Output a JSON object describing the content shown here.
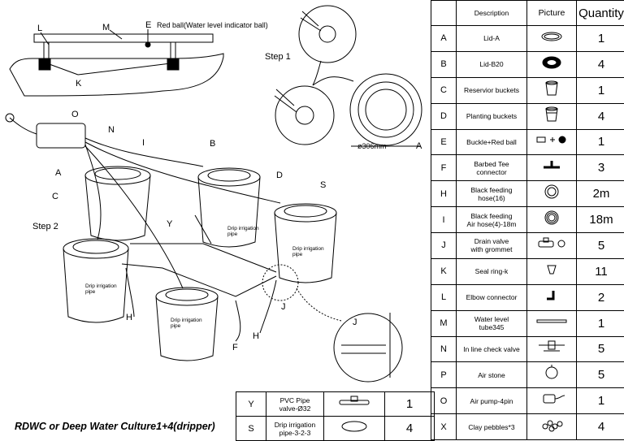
{
  "labels": {
    "E_text": "Red ball(Water level indicator ball)",
    "step1": "Step 1",
    "step2": "Step 2",
    "diameter": "ø306mm",
    "drip1": "Drip irrigation",
    "drip2": "pipe",
    "footer": "RDWC or Deep Water Culture1+4(dripper)"
  },
  "letters": [
    "A",
    "B",
    "C",
    "D",
    "E",
    "F",
    "H",
    "I",
    "J",
    "K",
    "L",
    "M",
    "N",
    "O",
    "S",
    "Y"
  ],
  "table": {
    "headers": {
      "description": "Description",
      "picture": "Picture",
      "quantity": "Quantity"
    },
    "rows": [
      {
        "letter": "A",
        "desc": [
          "Lid-A"
        ],
        "qty": "1",
        "icon": "lid-a-icon"
      },
      {
        "letter": "B",
        "desc": [
          "Lid-B20"
        ],
        "qty": "4",
        "icon": "lid-b20-icon"
      },
      {
        "letter": "C",
        "desc": [
          "Reservior buckets"
        ],
        "qty": "1",
        "icon": "reservoir-bucket-icon"
      },
      {
        "letter": "D",
        "desc": [
          "Planting buckets"
        ],
        "qty": "4",
        "icon": "planting-bucket-icon"
      },
      {
        "letter": "E",
        "desc": [
          "Buckle+Red ball"
        ],
        "qty": "1",
        "icon": "buckle-red-ball-icon"
      },
      {
        "letter": "F",
        "desc": [
          "Barbed Tee",
          "connector"
        ],
        "qty": "3",
        "icon": "barbed-tee-icon"
      },
      {
        "letter": "H",
        "desc": [
          "Black feeding",
          "hose(16)"
        ],
        "qty": "2m",
        "icon": "feeding-hose-icon"
      },
      {
        "letter": "I",
        "desc": [
          "Black feeding",
          "Air hose(4)-18m"
        ],
        "qty": "18m",
        "icon": "air-hose-icon"
      },
      {
        "letter": "J",
        "desc": [
          "Drain valve",
          "with grommet"
        ],
        "qty": "5",
        "icon": "drain-valve-icon"
      },
      {
        "letter": "K",
        "desc": [
          "Seal ring-k"
        ],
        "qty": "11",
        "icon": "seal-ring-icon"
      },
      {
        "letter": "L",
        "desc": [
          "Elbow connector"
        ],
        "qty": "2",
        "icon": "elbow-connector-icon"
      },
      {
        "letter": "M",
        "desc": [
          "Water level",
          "tube345"
        ],
        "qty": "1",
        "icon": "water-level-tube-icon"
      },
      {
        "letter": "N",
        "desc": [
          "In line check valve"
        ],
        "qty": "5",
        "icon": "check-valve-icon"
      },
      {
        "letter": "P",
        "desc": [
          "Air stone"
        ],
        "qty": "5",
        "icon": "air-stone-icon"
      },
      {
        "letter": "O",
        "desc": [
          "Air pump-4pin"
        ],
        "qty": "1",
        "icon": "air-pump-icon"
      },
      {
        "letter": "X",
        "desc": [
          "Clay pebbles*3"
        ],
        "qty": "4",
        "icon": "clay-pebbles-icon"
      }
    ]
  },
  "extra": [
    {
      "letter": "Y",
      "desc": [
        "PVC Pipe",
        "valve-Ø32"
      ],
      "qty": "1",
      "icon": "pvc-valve-icon"
    },
    {
      "letter": "S",
      "desc": [
        "Drip irrigation",
        "pipe-3-2-3"
      ],
      "qty": "4",
      "icon": "drip-pipe-icon"
    }
  ],
  "colors": {
    "ink": "#000000",
    "red_ball": "#000000"
  }
}
